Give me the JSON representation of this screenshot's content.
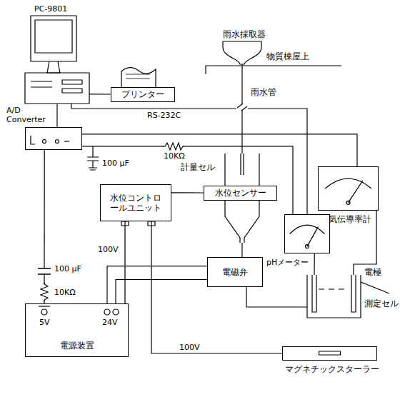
{
  "diagram": {
    "nodes": [
      {
        "text": [
          "PC-9801"
        ]
      },
      {
        "text": [
          "プリンター"
        ]
      },
      {
        "text": [
          "A/D Converter"
        ]
      },
      {
        "text": [
          "雨水採取器"
        ]
      },
      {
        "text": [
          "計量セル"
        ]
      },
      {
        "text": [
          "水位センサー"
        ]
      },
      {
        "text": [
          "水位コントロールユニット"
        ]
      },
      {
        "text": [
          "電気伝導率計"
        ]
      },
      {
        "text": [
          "pHメーター"
        ]
      },
      {
        "text": [
          "電磁弁"
        ]
      },
      {
        "text": [
          "測定セル"
        ]
      },
      {
        "text": [
          "電源装置"
        ]
      },
      {
        "text": [
          "マグネチックスターラー"
        ]
      }
    ],
    "edges": [
      {
        "from": 0,
        "to": 1,
        "arrow": "none"
      },
      {
        "from": 0,
        "to": 2,
        "arrow": "none"
      },
      {
        "from": 0,
        "to": 8,
        "label": "RS-232C",
        "arrow": "none"
      },
      {
        "from": 2,
        "to": 7,
        "arrow": "none"
      },
      {
        "from": 2,
        "to": 8,
        "arrow": "none"
      },
      {
        "from": 2,
        "to": 11,
        "arrow": "none"
      },
      {
        "from": 3,
        "to": 4,
        "arrow": "none"
      },
      {
        "from": 5,
        "to": 6,
        "arrow": "none"
      },
      {
        "from": 6,
        "to": 11,
        "arrow": "none"
      },
      {
        "from": 6,
        "to": 12,
        "label": "100V",
        "arrow": "none"
      },
      {
        "from": 4,
        "to": 9,
        "arrow": "none"
      },
      {
        "from": 9,
        "to": 11,
        "arrow": "none"
      },
      {
        "from": 9,
        "to": 11,
        "arrow": "none"
      },
      {
        "from": 9,
        "to": 10,
        "arrow": "none"
      },
      {
        "from": 8,
        "to": 10,
        "arrow": "none"
      },
      {
        "from": 7,
        "to": 10,
        "arrow": "none"
      }
    ],
    "labels": [
      "物質棟屋上",
      "雨水管",
      "10KΩ",
      "100 μF",
      "100V",
      "100 μF",
      "10KΩ",
      "5V",
      "24V",
      "電極"
    ]
  }
}
